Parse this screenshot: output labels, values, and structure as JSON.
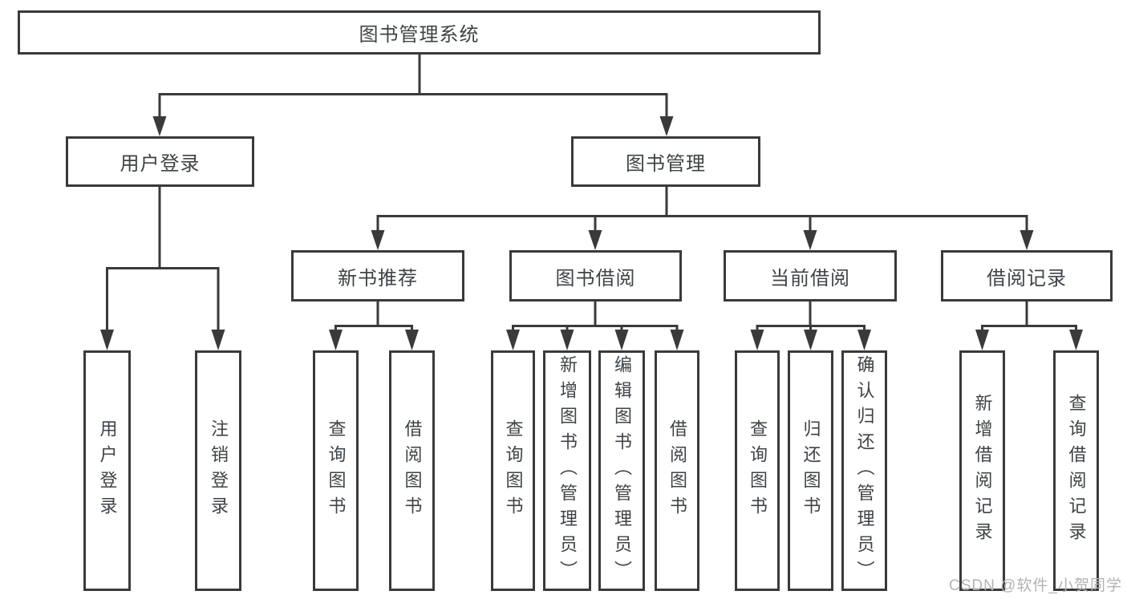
{
  "diagram": {
    "root": "图书管理系统",
    "user_login": {
      "label": "用户登录",
      "children": [
        "用户登录",
        "注销登录"
      ]
    },
    "book_management": {
      "label": "图书管理",
      "sections": [
        {
          "label": "新书推荐",
          "children": [
            "查询图书",
            "借阅图书"
          ]
        },
        {
          "label": "图书借阅",
          "children": [
            "查询图书",
            "新增图书（管理员）",
            "编辑图书（管理员）",
            "借阅图书"
          ]
        },
        {
          "label": "当前借阅",
          "children": [
            "查询图书",
            "归还图书",
            "确认归还（管理员）"
          ]
        },
        {
          "label": "借阅记录",
          "children": [
            "新增借阅记录",
            "查询借阅记录"
          ]
        }
      ]
    }
  },
  "watermark": "CSDN @软件_小贺同学",
  "colors": {
    "line": "#3a3a3a",
    "text": "#3f4347",
    "watermark": "#b3b3b3",
    "background": "#ffffff"
  }
}
